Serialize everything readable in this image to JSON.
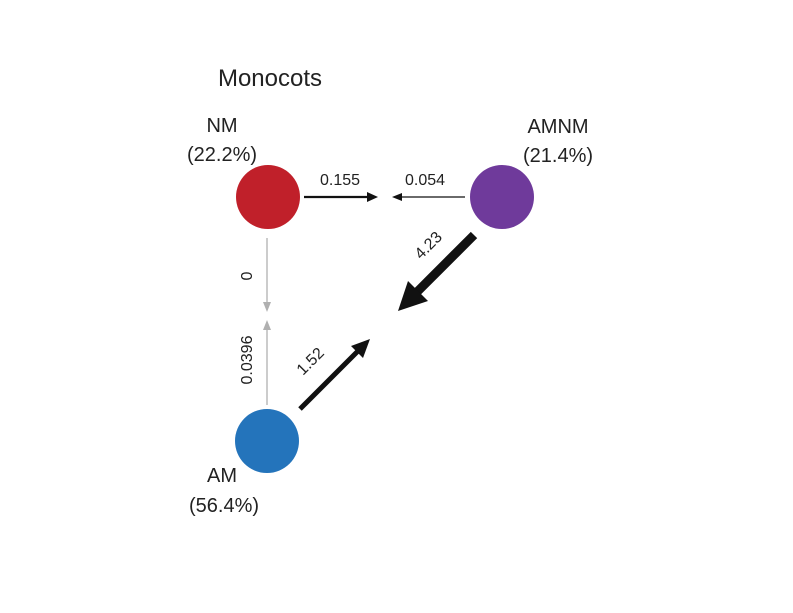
{
  "title": "Monocots",
  "nodes": {
    "nm": {
      "name": "NM",
      "percent": "(22.2%)",
      "color": "#c0202a"
    },
    "amnm": {
      "name": "AMNM",
      "percent": "(21.4%)",
      "color": "#6f3a9b"
    },
    "am": {
      "name": "AM",
      "percent": "(56.4%)",
      "color": "#2474bb"
    }
  },
  "transitions": {
    "nm_to_amnm": {
      "from": "NM",
      "to": "AMNM",
      "rate": "0.155",
      "color": "#111111"
    },
    "amnm_to_nm": {
      "from": "AMNM",
      "to": "NM",
      "rate": "0.054",
      "color": "#111111"
    },
    "nm_to_am": {
      "from": "NM",
      "to": "AM",
      "rate": "0",
      "color": "#b0b0b0"
    },
    "am_to_nm": {
      "from": "AM",
      "to": "NM",
      "rate": "0.0396",
      "color": "#b0b0b0"
    },
    "amnm_to_am": {
      "from": "AMNM",
      "to": "AM",
      "rate": "4.23",
      "color": "#111111"
    },
    "am_to_amnm": {
      "from": "AM",
      "to": "AMNM",
      "rate": "1.52",
      "color": "#111111"
    }
  }
}
